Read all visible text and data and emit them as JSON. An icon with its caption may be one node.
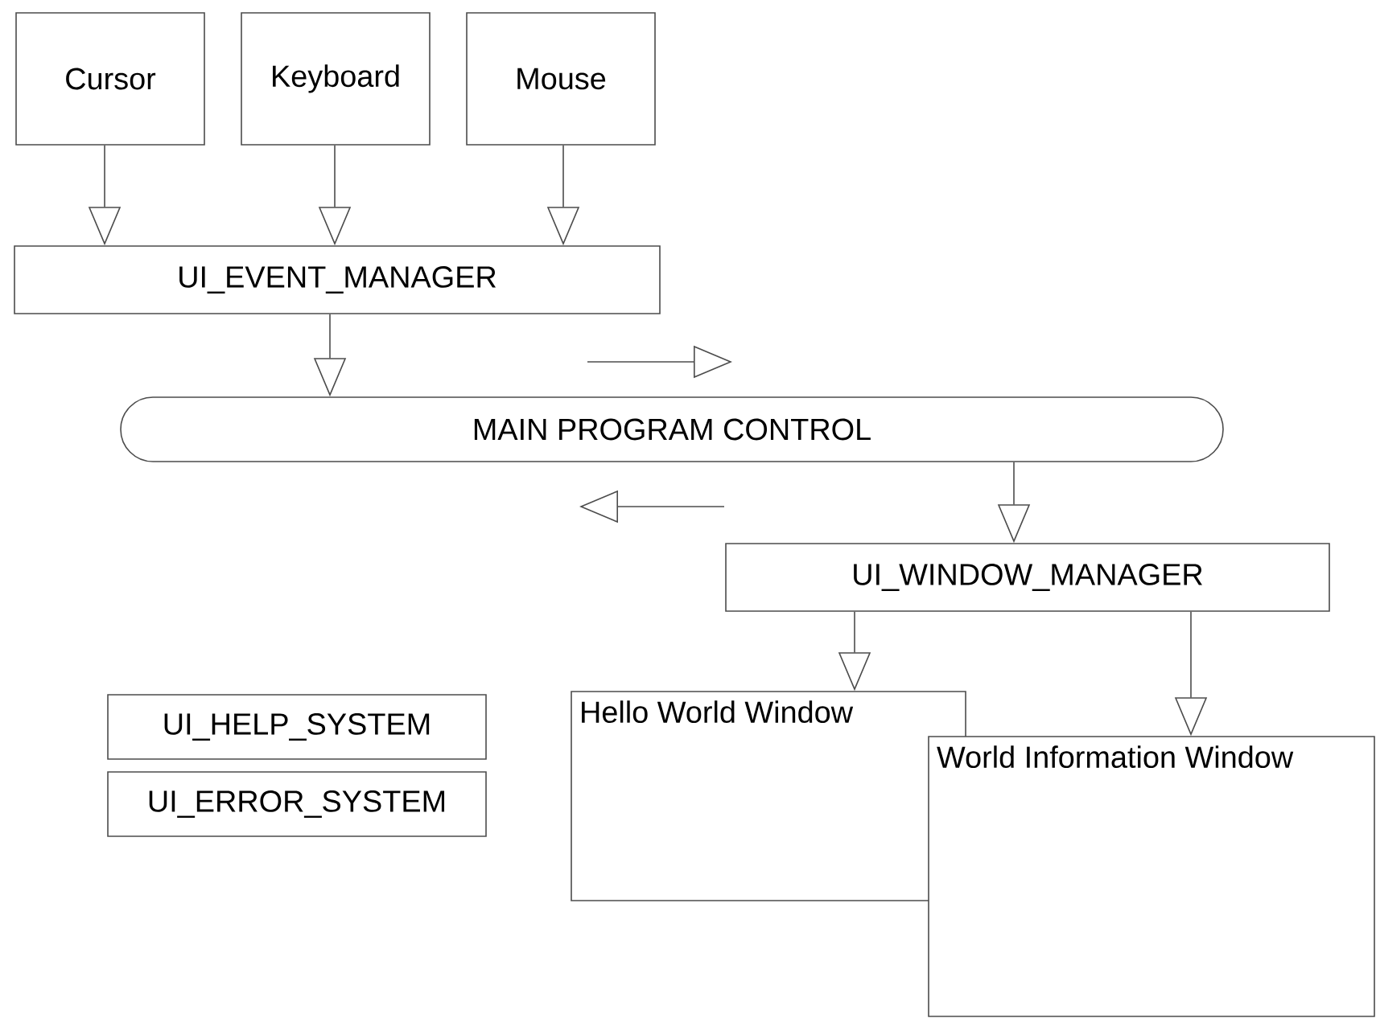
{
  "diagram": {
    "nodes": [
      {
        "text": [
          "Cursor"
        ]
      },
      {
        "text": [
          "Keyboard"
        ]
      },
      {
        "text": [
          "Mouse"
        ]
      },
      {
        "text": [
          "UI_EVENT_MANAGER"
        ]
      },
      {
        "text": [
          "MAIN PROGRAM CONTROL"
        ]
      },
      {
        "text": [
          "UI_WINDOW_MANAGER"
        ]
      },
      {
        "text": [
          "UI_HELP_SYSTEM"
        ]
      },
      {
        "text": [
          "UI_ERROR_SYSTEM"
        ]
      },
      {
        "text": [
          "Hello World Window"
        ]
      },
      {
        "text": [
          "World Information Window"
        ]
      }
    ],
    "edges": [
      {
        "from": 0,
        "to": 3,
        "arrow": "to"
      },
      {
        "from": 1,
        "to": 3,
        "arrow": "to"
      },
      {
        "from": 2,
        "to": 3,
        "arrow": "to"
      },
      {
        "from": 3,
        "to": 4,
        "arrow": "to"
      },
      {
        "from": 4,
        "to": 5,
        "arrow": "to"
      },
      {
        "from": 5,
        "to": 8,
        "arrow": "to"
      },
      {
        "from": 5,
        "to": 9,
        "arrow": "to"
      }
    ]
  }
}
